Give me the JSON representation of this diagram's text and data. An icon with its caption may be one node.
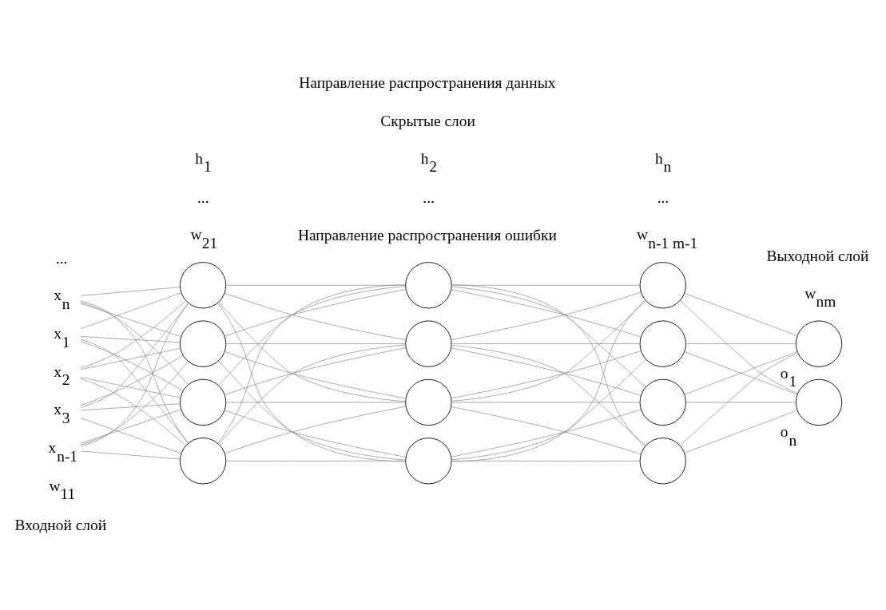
{
  "diagram": {
    "nodes": [
      {
        "text": [
          "x$_{1}$"
        ]
      },
      {
        "text": [
          "x$_{2}$"
        ]
      },
      {
        "text": [
          "x$_{3}$"
        ]
      },
      {
        "text": [
          "x$_{n-1}$"
        ]
      },
      {
        "text": [
          "x$_{n}$"
        ]
      },
      {
        "text": [],
        "shape": "circle"
      },
      {
        "text": [],
        "shape": "circle"
      },
      {
        "text": [],
        "shape": "circle"
      },
      {
        "text": [],
        "shape": "circle"
      },
      {
        "text": [],
        "shape": "circle"
      },
      {
        "text": [],
        "shape": "circle"
      },
      {
        "text": [],
        "shape": "circle"
      },
      {
        "text": [],
        "shape": "circle"
      },
      {
        "text": [],
        "shape": "circle"
      },
      {
        "text": [],
        "shape": "circle"
      },
      {
        "text": [],
        "shape": "circle"
      },
      {
        "text": [],
        "shape": "circle"
      },
      {
        "text": [],
        "shape": "circle",
        "beside": [
          "o$_{1}$"
        ]
      },
      {
        "text": [],
        "shape": "circle",
        "beside": [
          "o$_{n}$"
        ]
      }
    ],
    "edges": [
      {
        "from": 0,
        "to": 5,
        "arrow": "none"
      },
      {
        "from": 0,
        "to": 6,
        "arrow": "none"
      },
      {
        "from": 0,
        "to": 7,
        "arrow": "none"
      },
      {
        "from": 0,
        "to": 8,
        "arrow": "none"
      },
      {
        "from": 1,
        "to": 5,
        "arrow": "none"
      },
      {
        "from": 1,
        "to": 6,
        "arrow": "none"
      },
      {
        "from": 1,
        "to": 7,
        "arrow": "none"
      },
      {
        "from": 1,
        "to": 8,
        "arrow": "none"
      },
      {
        "from": 2,
        "to": 5,
        "arrow": "none"
      },
      {
        "from": 2,
        "to": 6,
        "arrow": "none"
      },
      {
        "from": 2,
        "to": 7,
        "arrow": "none"
      },
      {
        "from": 2,
        "to": 8,
        "arrow": "none"
      },
      {
        "from": 3,
        "to": 5,
        "arrow": "none"
      },
      {
        "from": 3,
        "to": 6,
        "arrow": "none"
      },
      {
        "from": 3,
        "to": 7,
        "arrow": "none"
      },
      {
        "from": 3,
        "to": 8,
        "arrow": "none"
      },
      {
        "from": 4,
        "to": 5,
        "arrow": "none"
      },
      {
        "from": 4,
        "to": 6,
        "arrow": "none"
      },
      {
        "from": 4,
        "to": 7,
        "arrow": "none"
      },
      {
        "from": 4,
        "to": 8,
        "arrow": "none"
      },
      {
        "from": 5,
        "to": 9,
        "arrow": "none"
      },
      {
        "from": 5,
        "to": 10,
        "arrow": "none"
      },
      {
        "from": 5,
        "to": 11,
        "arrow": "none"
      },
      {
        "from": 5,
        "to": 12,
        "arrow": "none"
      },
      {
        "from": 6,
        "to": 9,
        "arrow": "none"
      },
      {
        "from": 6,
        "to": 10,
        "arrow": "none"
      },
      {
        "from": 6,
        "to": 11,
        "arrow": "none"
      },
      {
        "from": 6,
        "to": 12,
        "arrow": "none"
      },
      {
        "from": 7,
        "to": 9,
        "arrow": "none"
      },
      {
        "from": 7,
        "to": 10,
        "arrow": "none"
      },
      {
        "from": 7,
        "to": 11,
        "arrow": "none"
      },
      {
        "from": 7,
        "to": 12,
        "arrow": "none"
      },
      {
        "from": 8,
        "to": 9,
        "arrow": "none"
      },
      {
        "from": 8,
        "to": 10,
        "arrow": "none"
      },
      {
        "from": 8,
        "to": 11,
        "arrow": "none"
      },
      {
        "from": 8,
        "to": 12,
        "arrow": "none"
      },
      {
        "from": 9,
        "to": 13,
        "arrow": "none"
      },
      {
        "from": 9,
        "to": 14,
        "arrow": "none"
      },
      {
        "from": 9,
        "to": 15,
        "arrow": "none"
      },
      {
        "from": 9,
        "to": 16,
        "arrow": "none"
      },
      {
        "from": 10,
        "to": 13,
        "arrow": "none"
      },
      {
        "from": 10,
        "to": 14,
        "arrow": "none"
      },
      {
        "from": 10,
        "to": 15,
        "arrow": "none"
      },
      {
        "from": 10,
        "to": 16,
        "arrow": "none"
      },
      {
        "from": 11,
        "to": 13,
        "arrow": "none"
      },
      {
        "from": 11,
        "to": 14,
        "arrow": "none"
      },
      {
        "from": 11,
        "to": 15,
        "arrow": "none"
      },
      {
        "from": 11,
        "to": 16,
        "arrow": "none"
      },
      {
        "from": 12,
        "to": 13,
        "arrow": "none"
      },
      {
        "from": 12,
        "to": 14,
        "arrow": "none"
      },
      {
        "from": 12,
        "to": 15,
        "arrow": "none"
      },
      {
        "from": 12,
        "to": 16,
        "arrow": "none"
      },
      {
        "from": 13,
        "to": 17,
        "arrow": "none"
      },
      {
        "from": 13,
        "to": 18,
        "arrow": "none"
      },
      {
        "from": 14,
        "to": 17,
        "arrow": "none"
      },
      {
        "from": 14,
        "to": 18,
        "arrow": "none"
      },
      {
        "from": 15,
        "to": 17,
        "arrow": "none"
      },
      {
        "from": 15,
        "to": 18,
        "arrow": "none"
      },
      {
        "from": 16,
        "to": 17,
        "arrow": "none"
      },
      {
        "from": 16,
        "to": 18,
        "arrow": "none"
      }
    ],
    "labels": [
      "Направление распространения ошибки",
      "w$_{11}$",
      "w$_{21}$",
      "w$_{n-1 m-1}$",
      "w$_{nm}$",
      "Входной слой",
      "Выходной слой",
      "...",
      "...",
      "...",
      "...",
      "h$_{1}$",
      "h$_{2}$",
      "h$_{n}$",
      "Скрытые слои",
      "Направление распространения данных"
    ]
  }
}
